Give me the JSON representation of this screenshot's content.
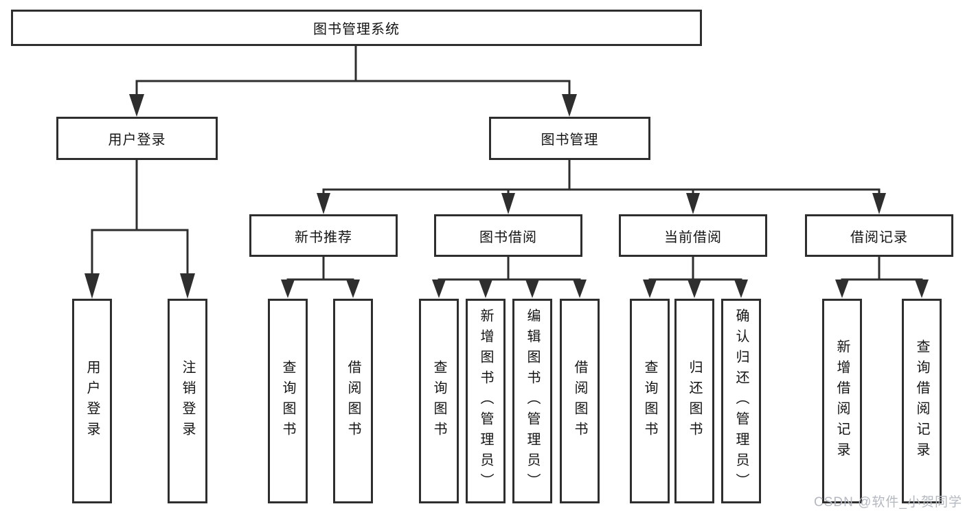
{
  "diagram": {
    "title": "图书管理系统",
    "root": {
      "label": "图书管理系统"
    },
    "branches": [
      {
        "label": "用户登录",
        "children": [
          {
            "label": "用户登录"
          },
          {
            "label": "注销登录"
          }
        ]
      },
      {
        "label": "图书管理",
        "children": [
          {
            "label": "新书推荐",
            "children": [
              {
                "label": "查询图书"
              },
              {
                "label": "借阅图书"
              }
            ]
          },
          {
            "label": "图书借阅",
            "children": [
              {
                "label": "查询图书"
              },
              {
                "label": "新增图书（管理员）"
              },
              {
                "label": "编辑图书（管理员）"
              },
              {
                "label": "借阅图书"
              }
            ]
          },
          {
            "label": "当前借阅",
            "children": [
              {
                "label": "查询图书"
              },
              {
                "label": "归还图书"
              },
              {
                "label": "确认归还（管理员）"
              }
            ]
          },
          {
            "label": "借阅记录",
            "children": [
              {
                "label": "新增借阅记录"
              },
              {
                "label": "查询借阅记录"
              }
            ]
          }
        ]
      }
    ],
    "watermark": "CSDN @软件_小贺同学",
    "colors": {
      "line": "#2e2e2e",
      "text": "#141414",
      "watermark": "#b4b8c0",
      "background": "#ffffff"
    }
  }
}
